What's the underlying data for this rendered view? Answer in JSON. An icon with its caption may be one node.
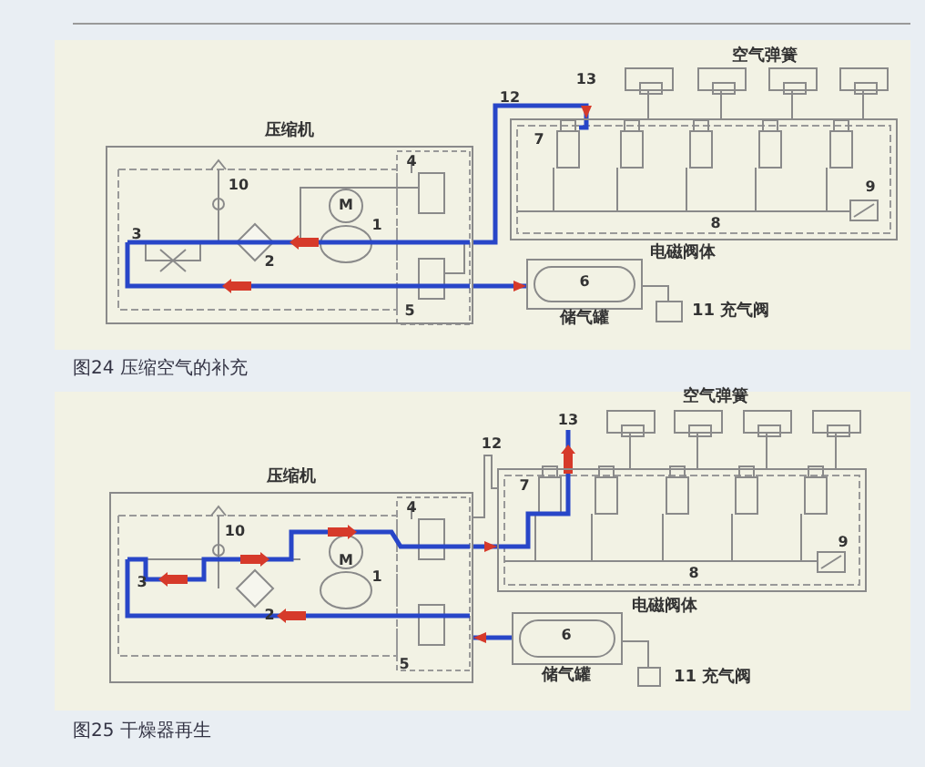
{
  "diagram": {
    "nodes": [
      {
        "text": [
          "压缩机"
        ]
      },
      {
        "text": [],
        "shape": "box"
      },
      {
        "text": [],
        "shape": "box"
      },
      {
        "text": [],
        "shape": "box"
      },
      {
        "text": [],
        "shape": "box"
      },
      {
        "text": [
          "电磁阀体"
        ]
      },
      {
        "text": [
          "6",
          "储气罐"
        ]
      },
      {
        "text": [],
        "shape": "box",
        "beside": [
          "11 充气阀"
        ]
      },
      {
        "text": [
          "压缩机"
        ]
      },
      {
        "text": [],
        "shape": "box"
      },
      {
        "text": [],
        "shape": "box"
      },
      {
        "text": [],
        "shape": "box"
      },
      {
        "text": [],
        "shape": "box"
      },
      {
        "text": [
          "电磁阀体"
        ]
      },
      {
        "text": [
          "6",
          "储气罐"
        ]
      },
      {
        "text": [],
        "shape": "box",
        "beside": [
          "11 充气阀"
        ]
      }
    ],
    "edges": [
      {
        "from": 0,
        "to": 5,
        "arrow": "to",
        "style": "thick",
        "color": "#2846c8"
      },
      {
        "from": 0,
        "to": 6,
        "arrow": "to",
        "style": "thick",
        "color": "#2846c8"
      },
      {
        "from": 1,
        "to": 5,
        "arrow": "none"
      },
      {
        "from": 2,
        "to": 5,
        "arrow": "none"
      },
      {
        "from": 3,
        "to": 5,
        "arrow": "none"
      },
      {
        "from": 4,
        "to": 5,
        "arrow": "none"
      },
      {
        "from": 6,
        "to": 7,
        "arrow": "none"
      },
      {
        "from": 8,
        "to": 13,
        "arrow": "to",
        "style": "thick",
        "color": "#2846c8"
      },
      {
        "from": 8,
        "to": 13,
        "arrow": "none"
      },
      {
        "from": 14,
        "to": 8,
        "arrow": "to",
        "style": "thick",
        "color": "#2846c8"
      },
      {
        "from": 9,
        "to": 13,
        "arrow": "none"
      },
      {
        "from": 10,
        "to": 13,
        "arrow": "none"
      },
      {
        "from": 11,
        "to": 13,
        "arrow": "none"
      },
      {
        "from": 12,
        "to": 13,
        "arrow": "none"
      },
      {
        "from": 14,
        "to": 15,
        "arrow": "none"
      }
    ],
    "labels": [
      "空气弹簧",
      "13",
      "12",
      "7",
      "9",
      "8",
      "10",
      "4",
      "M",
      "1",
      "3",
      "2",
      "5",
      "图24 压缩空气的补充",
      "空气弹簧",
      "13",
      "12",
      "7",
      "9",
      "8",
      "10",
      "4",
      "M",
      "1",
      "3",
      "2",
      "5",
      "图25 干燥器再生"
    ]
  }
}
